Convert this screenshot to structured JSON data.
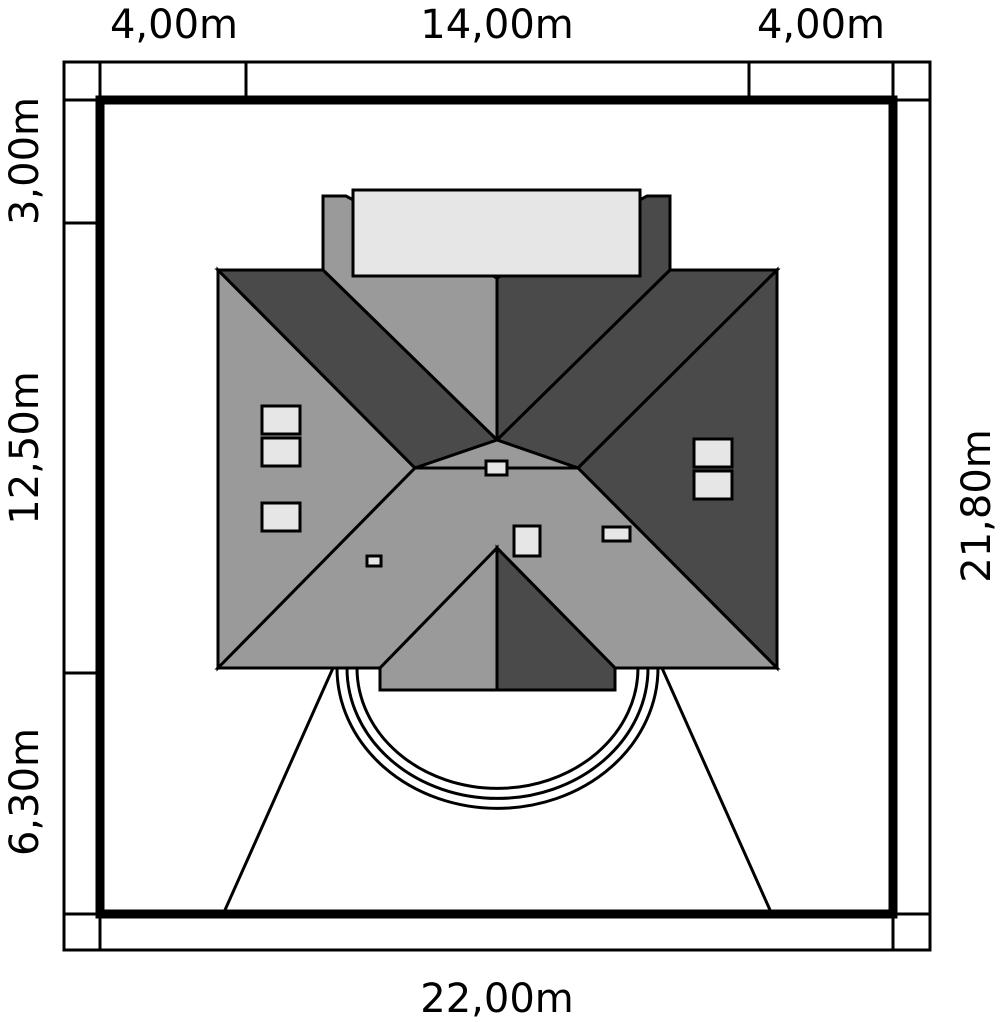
{
  "dimensions": {
    "top_left": "4,00m",
    "top_center": "14,00m",
    "top_right": "4,00m",
    "bottom": "22,00m",
    "left_top": "3,00m",
    "left_middle": "12,50m",
    "left_bottom": "6,30m",
    "right": "21,80m"
  },
  "colors": {
    "roof_light": "#9a9a9a",
    "roof_dark": "#4a4a4a",
    "skylight": "#e6e6e6",
    "line": "#000000",
    "background": "#ffffff"
  }
}
